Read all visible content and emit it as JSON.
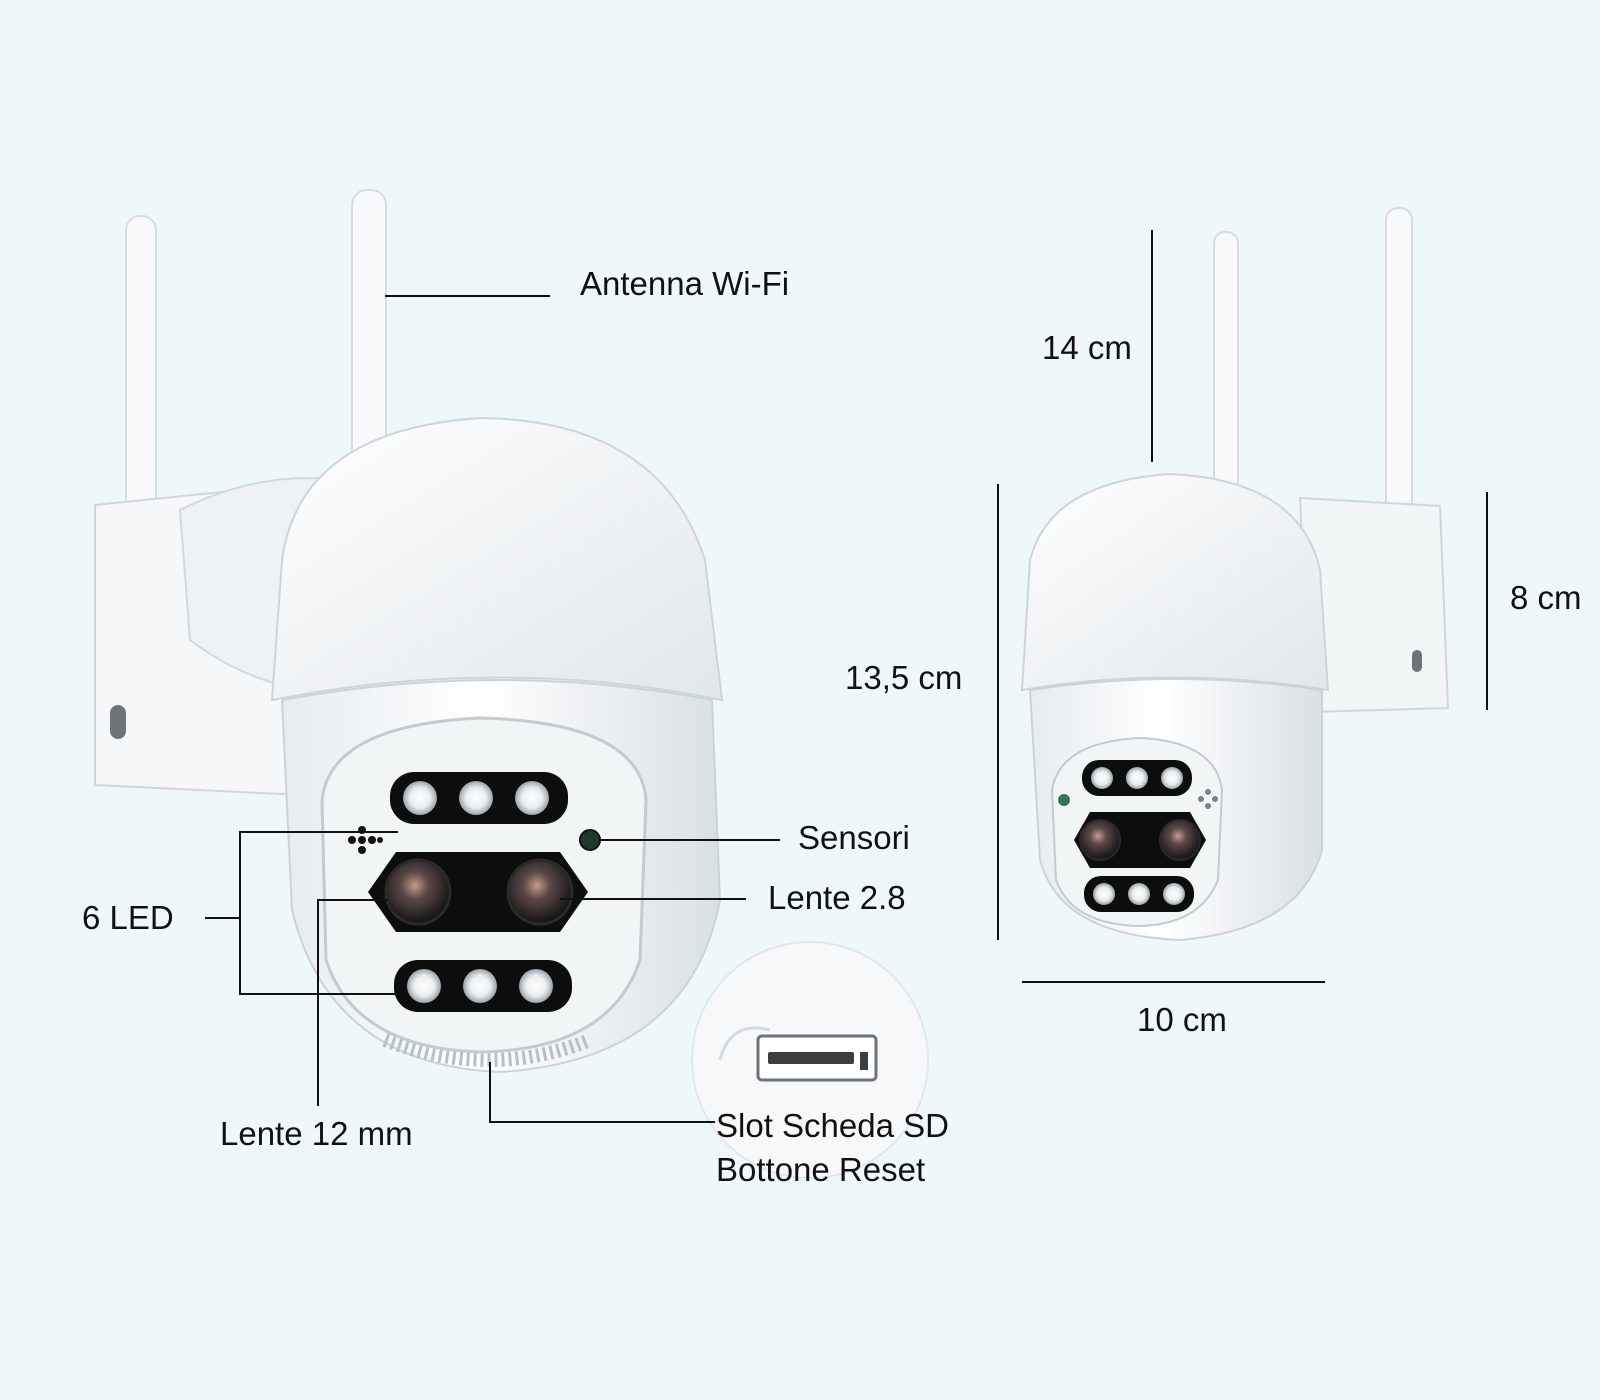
{
  "colors": {
    "background": "#eef8fb",
    "camera_body": "#ffffff",
    "camera_shade": "#dfe6ea",
    "lens_panel": "#0d0d0d",
    "led": "#f4f4f4",
    "line": "#111111"
  },
  "icons": [
    "camera-icon",
    "led-icon",
    "lens-icon",
    "sensor-icon",
    "microphone-icon",
    "sd-slot-icon",
    "antenna-icon"
  ],
  "callouts": {
    "antenna": "Antenna Wi-Fi",
    "sensors": "Sensori",
    "lens_wide": "Lente 2.8",
    "leds": "6 LED",
    "lens_tele": "Lente 12 mm",
    "sd_slot": "Slot Scheda SD",
    "reset_button": "Bottone Reset"
  },
  "dimensions": {
    "antenna_height": "14 cm",
    "body_height": "13,5 cm",
    "bracket_height": "8 cm",
    "width": "10 cm"
  }
}
